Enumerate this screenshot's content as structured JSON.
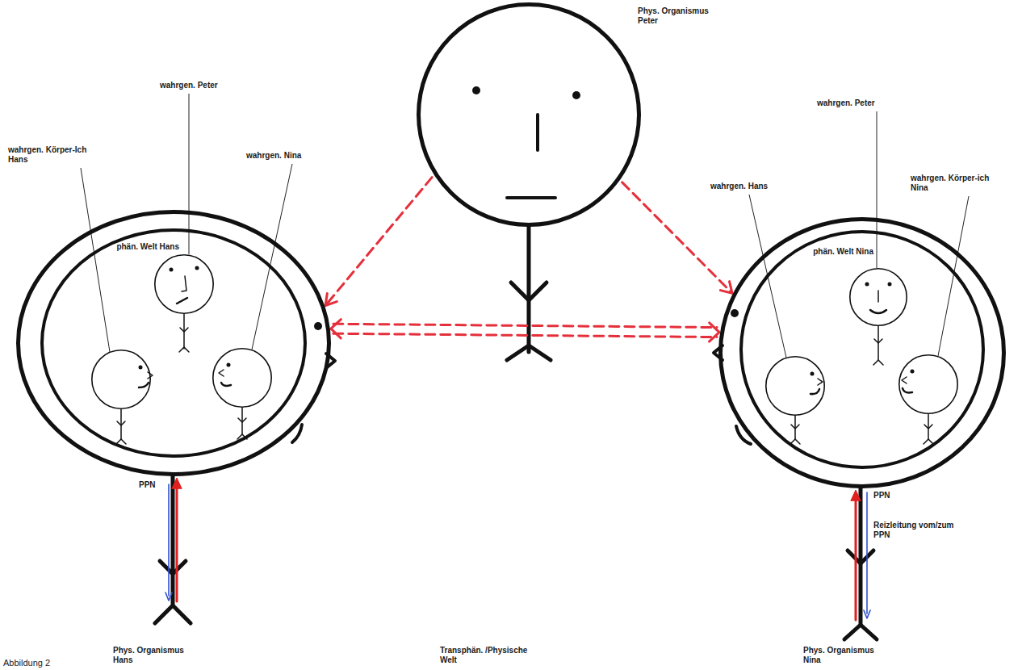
{
  "diagram": {
    "nodes": [
      {
        "text": [
          "Phys. Organismus Peter"
        ]
      },
      {
        "text": [
          "Phys. Organismus Hans"
        ]
      },
      {
        "text": [
          "phän. Welt Hans"
        ],
        "in": 1
      },
      {
        "text": [
          "wahrgen. Peter"
        ],
        "in": 2
      },
      {
        "text": [
          "wahrgen. Körper-Ich Hans"
        ],
        "in": 2
      },
      {
        "text": [
          "wahrgen. Nina"
        ],
        "in": 2
      },
      {
        "text": [
          "Phys. Organismus Nina"
        ]
      },
      {
        "text": [
          "phän. Welt Nina"
        ],
        "in": 6
      },
      {
        "text": [
          "wahrgen. Peter"
        ],
        "in": 7
      },
      {
        "text": [
          "wahrgen. Hans"
        ],
        "in": 7
      },
      {
        "text": [
          "wahrgen. Körper-ich Nina"
        ],
        "in": 7
      }
    ],
    "edges": [
      {
        "from": 0,
        "to": 1,
        "arrow": "to"
      },
      {
        "from": 0,
        "to": 6,
        "arrow": "to"
      },
      {
        "from": 1,
        "to": 6,
        "arrow": "both"
      }
    ],
    "labels": [
      "PPN",
      "PPN",
      "Reizleitung vom/zum PPN",
      "Transphän. /Physische Welt",
      "Abbildung 2"
    ]
  }
}
